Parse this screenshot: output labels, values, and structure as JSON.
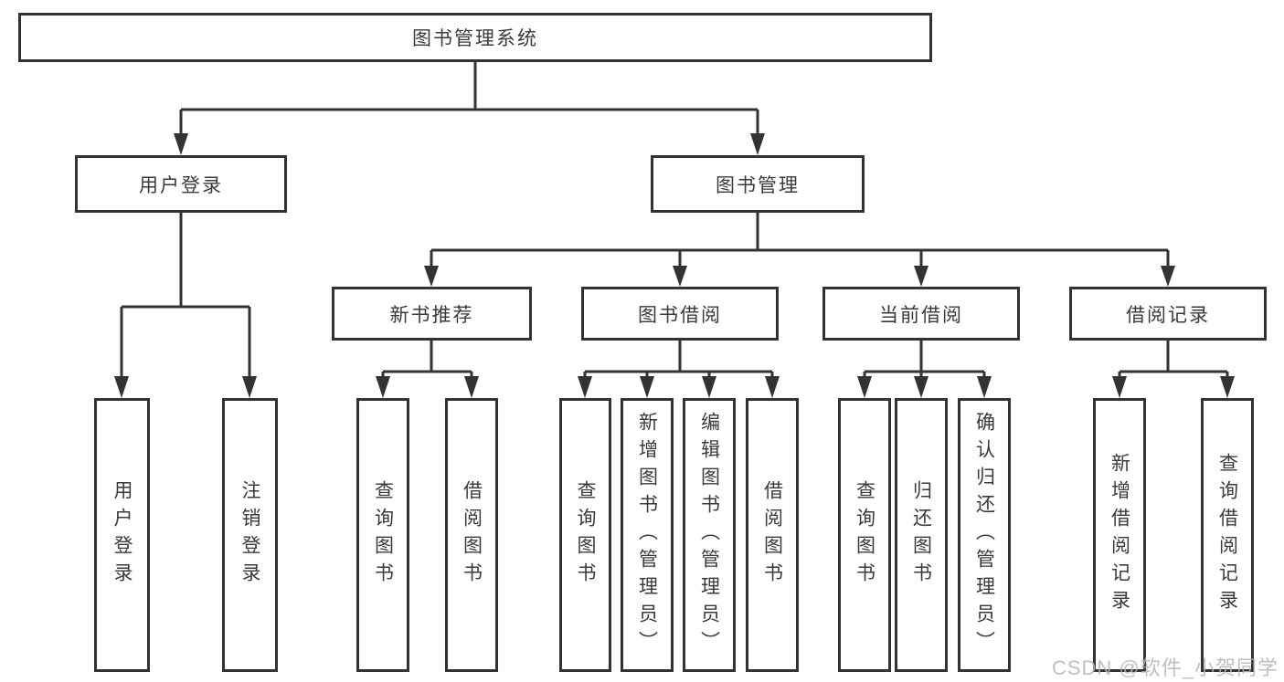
{
  "diagram": {
    "root": {
      "label": "图书管理系统"
    },
    "branches": [
      {
        "label": "用户登录",
        "leaves": [
          {
            "label": "用户登录"
          },
          {
            "label": "注销登录"
          }
        ]
      },
      {
        "label": "图书管理",
        "groups": [
          {
            "label": "新书推荐",
            "leaves": [
              {
                "label": "查询图书"
              },
              {
                "label": "借阅图书"
              }
            ]
          },
          {
            "label": "图书借阅",
            "leaves": [
              {
                "label": "查询图书"
              },
              {
                "label": "新增图书（管理员）"
              },
              {
                "label": "编辑图书（管理员）"
              },
              {
                "label": "借阅图书"
              }
            ]
          },
          {
            "label": "当前借阅",
            "leaves": [
              {
                "label": "查询图书"
              },
              {
                "label": "归还图书"
              },
              {
                "label": "确认归还（管理员）"
              }
            ]
          },
          {
            "label": "借阅记录",
            "leaves": [
              {
                "label": "新增借阅记录"
              },
              {
                "label": "查询借阅记录"
              }
            ]
          }
        ]
      }
    ]
  },
  "watermark": {
    "text": "CSDN @软件_小贺同学"
  },
  "colors": {
    "line": "#333333",
    "text": "#3a3a3a",
    "box_background": "#ffffff",
    "watermark": "#b4b4b4"
  }
}
